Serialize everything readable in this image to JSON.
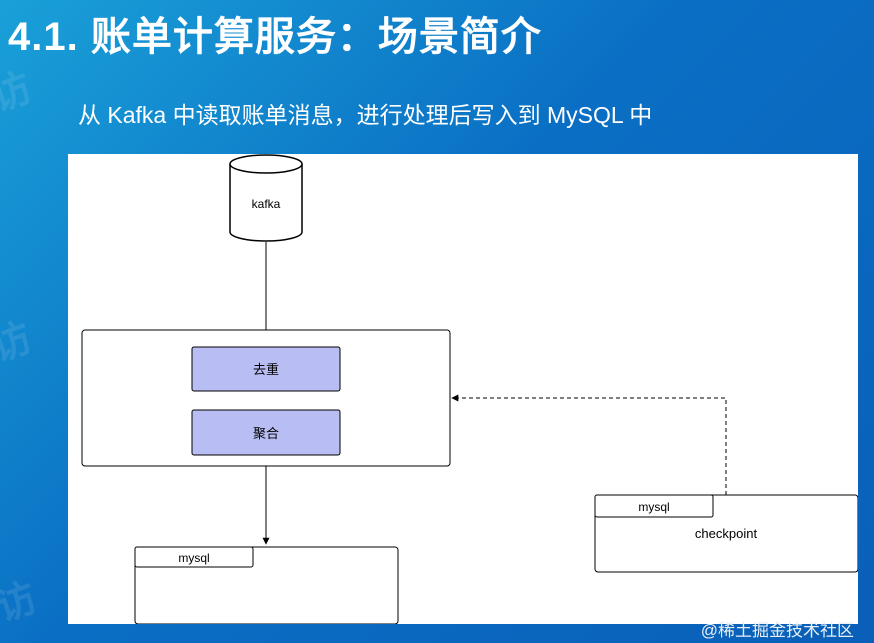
{
  "slide": {
    "title": "4.1. 账单计算服务：场景简介",
    "subtitle": "从 Kafka 中读取账单消息，进行处理后写入到 MySQL 中"
  },
  "diagram": {
    "kafka_label": "kafka",
    "dedup_label": "去重",
    "aggregate_label": "聚合",
    "mysql_output_label": "mysql",
    "checkpoint_store_label": "mysql",
    "checkpoint_label": "checkpoint"
  },
  "watermark": {
    "text": "@稀土掘金技术社区"
  },
  "colors": {
    "background_gradient_start": "#1aa0d8",
    "background_gradient_end": "#0a5fb8",
    "step_fill": "#b8bdf3",
    "title_text": "#ffffff"
  }
}
